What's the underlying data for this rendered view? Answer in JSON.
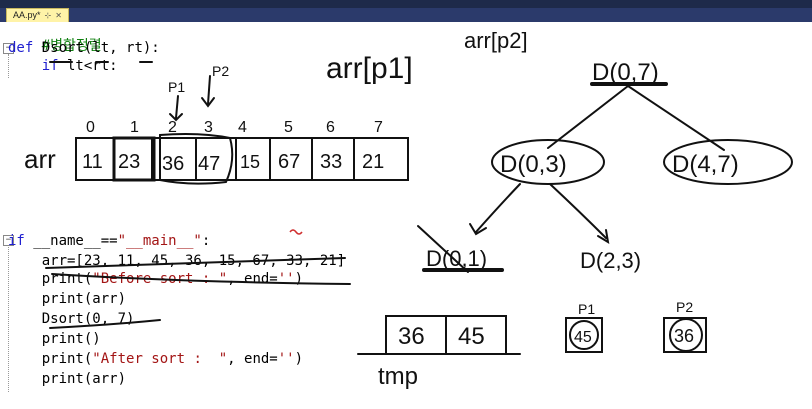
{
  "window": {
    "tab_label": "AA.py*",
    "tab_icons": [
      "pin-icon",
      "close-icon"
    ]
  },
  "code": {
    "comment": "#병합정렬",
    "def_kw": "def",
    "def_name": " Dsort",
    "def_args": "(lt, rt):",
    "if_kw": "if",
    "if_cond": " lt<rt:",
    "main_if_kw": "if",
    "main_cond_a": " __name__==",
    "main_cond_str": "\"__main__\"",
    "main_cond_b": ":",
    "arr_line": "arr=[23, 11, 45, 36, 15, 67, 33, 21]",
    "print1_a": "print(",
    "print1_str": "\"Before sort : \"",
    "print1_b": ", end=",
    "print1_str2": "''",
    "print1_c": ")",
    "print2": "print(arr)",
    "dsort_call": "Dsort(0, 7)",
    "print3": "print()",
    "print4_a": "print(",
    "print4_str": "\"After sort :  \"",
    "print4_b": ", end=",
    "print4_str2": "''",
    "print4_c": ")",
    "print5": "print(arr)"
  },
  "annotations": {
    "arr_label": "arr",
    "indices": [
      "0",
      "1",
      "2",
      "3",
      "4",
      "5",
      "6",
      "7"
    ],
    "cells": [
      "11",
      "23",
      "36",
      "47",
      "15",
      "67",
      "33",
      "21"
    ],
    "pointer_p1": "P1",
    "pointer_p2": "P2",
    "top_note": "arr[p1]",
    "top_note2": "arr[p2]",
    "tree_root": "D(0,7)",
    "tree_left": "D(0,3)",
    "tree_right": "D(4,7)",
    "tree_ll": "D(0,1)",
    "tree_lr": "D(2,3)",
    "tmp_cells": [
      "36",
      "45"
    ],
    "tmp_label": "tmp",
    "p1_label": "P1",
    "p1_value": "45",
    "p2_label": "P2",
    "p2_value": "36",
    "ink_color": "#111111",
    "squiggle_color": "#d03030"
  }
}
